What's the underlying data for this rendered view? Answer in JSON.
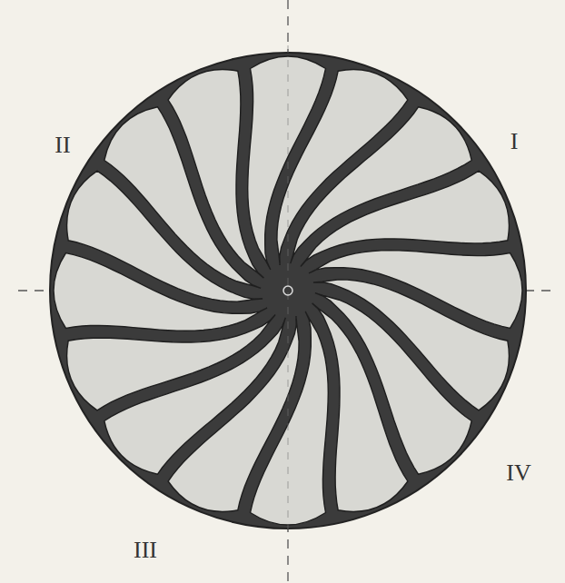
{
  "diagram": {
    "labels": [
      "I",
      "II",
      "III",
      "IV"
    ]
  }
}
